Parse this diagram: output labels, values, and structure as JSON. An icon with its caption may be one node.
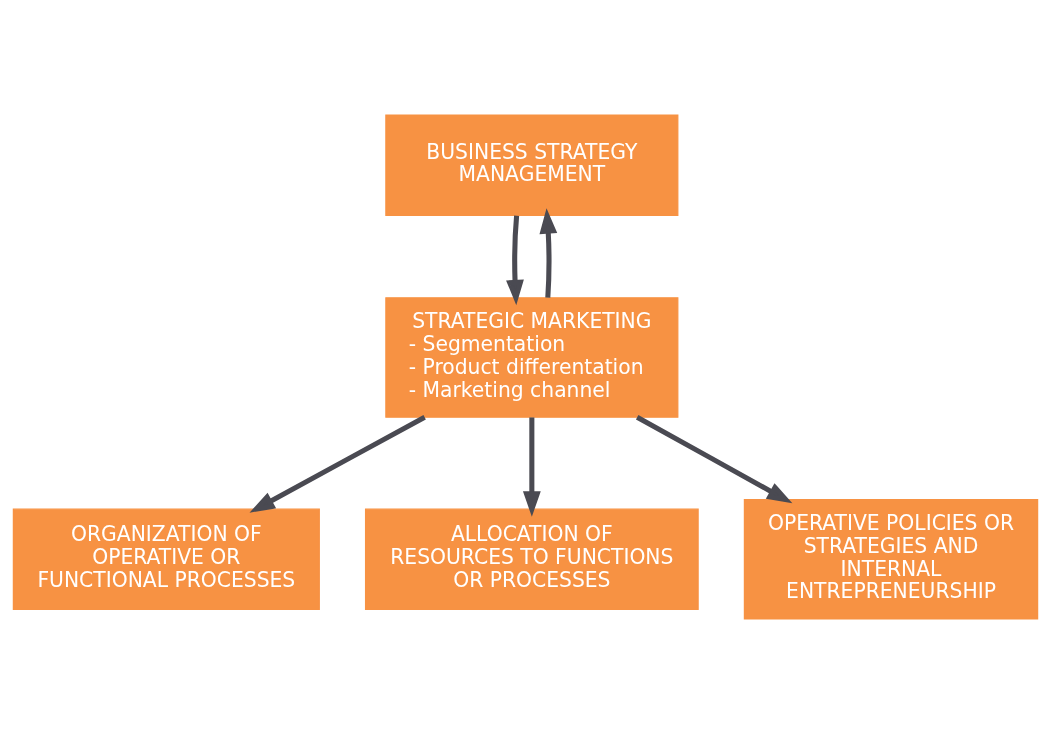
{
  "diagram": {
    "nodes": [
      {
        "text": [
          "BUSINESS STRATEGY MANAGEMENT"
        ]
      },
      {
        "text": [
          "STRATEGIC MARKETING",
          "- Segmentation",
          "- Product differentation",
          "- Marketing channel"
        ]
      },
      {
        "text": [
          "ORGANIZATION OF OPERATIVE OR FUNCTIONAL PROCESSES"
        ]
      },
      {
        "text": [
          "ALLOCATION OF RESOURCES TO FUNCTIONS OR PROCESSES"
        ]
      },
      {
        "text": [
          "OPERATIVE POLICIES OR STRATEGIES AND INTERNAL ENTREPRENEURSHIP"
        ]
      }
    ],
    "edges": [
      {
        "from": 0,
        "to": 1,
        "arrow": "to"
      },
      {
        "from": 1,
        "to": 0,
        "arrow": "to"
      },
      {
        "from": 1,
        "to": 2,
        "arrow": "to"
      },
      {
        "from": 1,
        "to": 3,
        "arrow": "to"
      },
      {
        "from": 1,
        "to": 4,
        "arrow": "to"
      }
    ]
  }
}
